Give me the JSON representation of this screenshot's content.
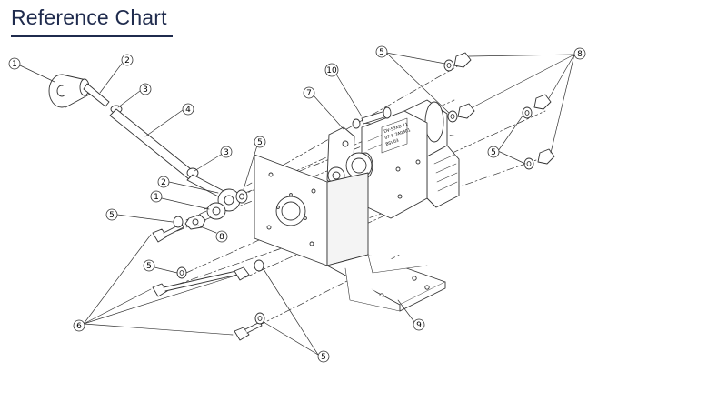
{
  "header": {
    "title": "Reference Chart"
  },
  "colors": {
    "heading": "#1f2b4d",
    "line": "#333333"
  },
  "callouts": [
    {
      "id": "c1a",
      "label": "1"
    },
    {
      "id": "c2a",
      "label": "2"
    },
    {
      "id": "c3a",
      "label": "3"
    },
    {
      "id": "c4",
      "label": "4"
    },
    {
      "id": "c3b",
      "label": "3"
    },
    {
      "id": "c5a",
      "label": "5"
    },
    {
      "id": "c2b",
      "label": "2"
    },
    {
      "id": "c1b",
      "label": "1"
    },
    {
      "id": "c5b",
      "label": "5"
    },
    {
      "id": "c8a",
      "label": "8"
    },
    {
      "id": "c5c",
      "label": "5"
    },
    {
      "id": "c6",
      "label": "6"
    },
    {
      "id": "c10",
      "label": "10"
    },
    {
      "id": "c7",
      "label": "7"
    },
    {
      "id": "c5d",
      "label": "5"
    },
    {
      "id": "c8b",
      "label": "8"
    },
    {
      "id": "c5e",
      "label": "5"
    },
    {
      "id": "c9",
      "label": "9"
    },
    {
      "id": "c5f",
      "label": "5"
    }
  ],
  "motor_label": [
    "DV-53XD-11",
    "07-5 7A0B01",
    "BSV03"
  ]
}
